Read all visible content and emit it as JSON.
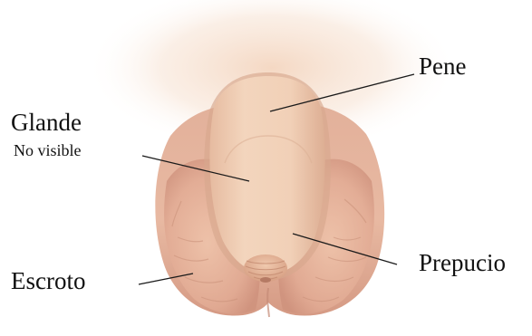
{
  "diagram": {
    "labels": {
      "pene": "Pene",
      "glande": "Glande",
      "glande_note": "No visible",
      "prepucio": "Prepucio",
      "escroto": "Escroto"
    },
    "colors": {
      "skin_light": "#f1cfb3",
      "skin_mid": "#e4b296",
      "skin_shadow": "#c98e78",
      "leader_line": "#1a1a1a",
      "background": "#ffffff"
    }
  }
}
